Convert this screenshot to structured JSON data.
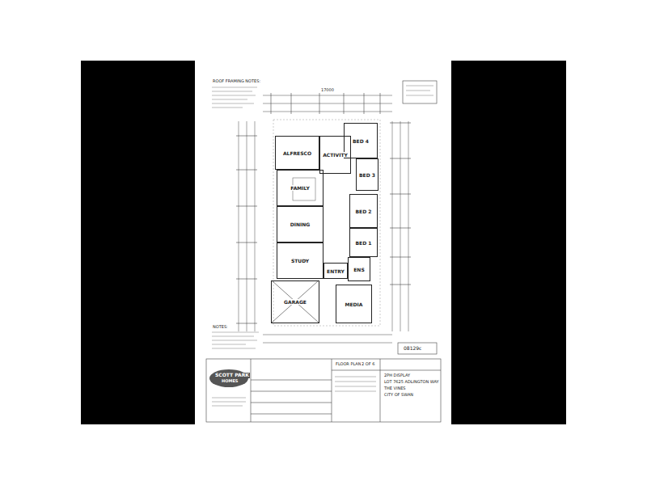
{
  "diagram": {
    "nodes": [
      {
        "text": [
          "BED 4"
        ]
      },
      {
        "text": [
          "ALFRESCO"
        ]
      },
      {
        "text": [
          "ACTIVITY"
        ]
      },
      {
        "text": [
          "BED 3"
        ]
      },
      {
        "text": [
          "FAMILY"
        ]
      },
      {
        "text": [
          "DINING"
        ]
      },
      {
        "text": [
          "BED 2"
        ]
      },
      {
        "text": [
          "BED 1"
        ]
      },
      {
        "text": [
          "STUDY"
        ]
      },
      {
        "text": [
          "ENTRY"
        ]
      },
      {
        "text": [
          "ENS"
        ]
      },
      {
        "text": [
          "GARAGE"
        ]
      },
      {
        "text": [
          "MEDIA"
        ]
      }
    ],
    "labels": [
      "ROOF FRAMING NOTES:",
      "NOTES:",
      "SCOTT PARK",
      "HOMES",
      "FLOOR PLAN",
      "2 OF 6",
      "08129c",
      "2PH DISPLAY",
      "LOT 7625 ADLINGTON WAY",
      "THE VINES",
      "CITY OF SWAN",
      "17000"
    ]
  }
}
